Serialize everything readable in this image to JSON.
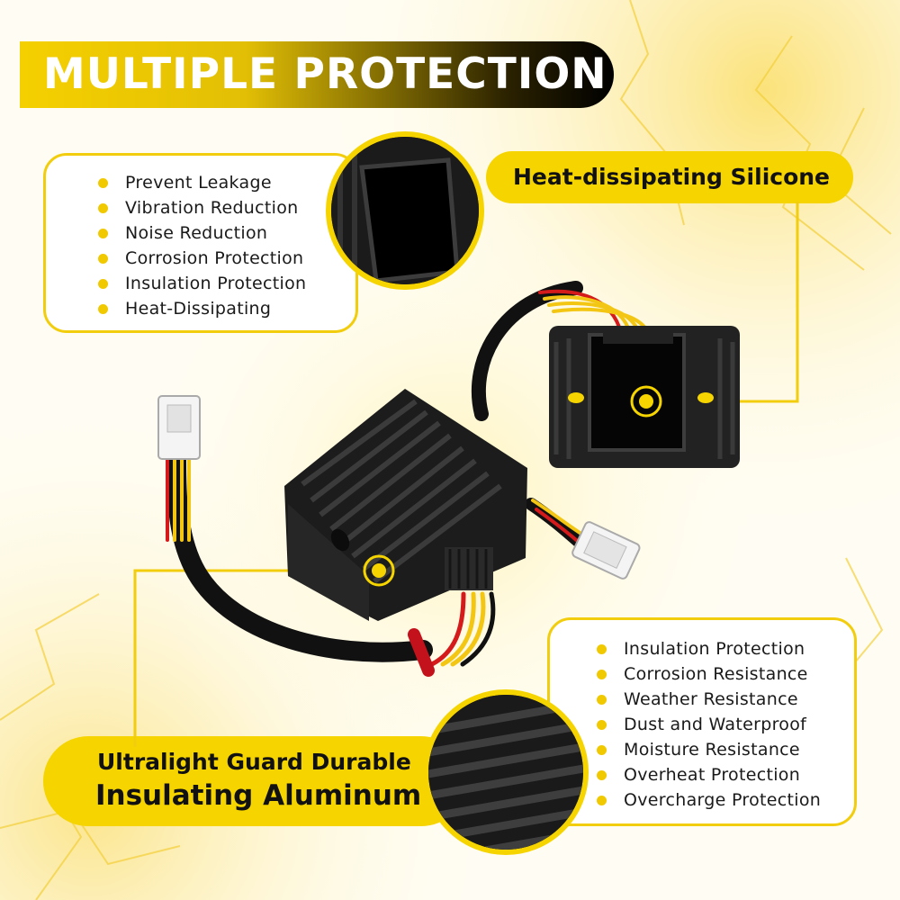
{
  "banner": {
    "title": "MULTIPLE PROTECTION"
  },
  "callouts": {
    "silicone": {
      "label": "Heat-dissipating Silicone",
      "features": [
        "Prevent Leakage",
        "Vibration Reduction",
        "Noise Reduction",
        "Corrosion Protection",
        "Insulation Protection",
        "Heat-Dissipating"
      ]
    },
    "aluminum": {
      "label_line1": "Ultralight Guard Durable",
      "label_line2": "Insulating Aluminum",
      "features": [
        "Insulation Protection",
        "Corrosion Resistance",
        "Weather Resistance",
        "Dust and Waterproof",
        "Moisture Resistance",
        "Overheat Protection",
        "Overcharge Protection"
      ]
    }
  },
  "colors": {
    "accent": "#f5d400",
    "dark": "#111111",
    "box_border": "#f2cd0e"
  },
  "icons": [
    "bullet-dot",
    "pointer-dot"
  ]
}
